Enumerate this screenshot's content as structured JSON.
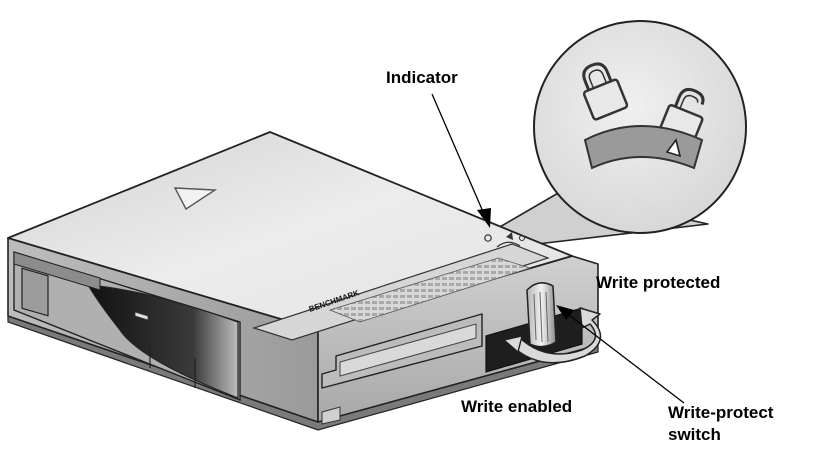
{
  "labels": {
    "indicator": "Indicator",
    "write_protected": "Write protected",
    "write_enabled": "Write enabled",
    "write_protect_switch_line1": "Write-protect",
    "write_protect_switch_line2": "switch"
  },
  "cartridge": {
    "brand": "BENCHMARK"
  },
  "colors": {
    "top_face": "#e6e6e6",
    "front_face": "#c4c4c4",
    "dark_recess": "#202020",
    "magnifier_fill": "#e4e4e4",
    "indicator_arc": "#9a9a9a"
  }
}
